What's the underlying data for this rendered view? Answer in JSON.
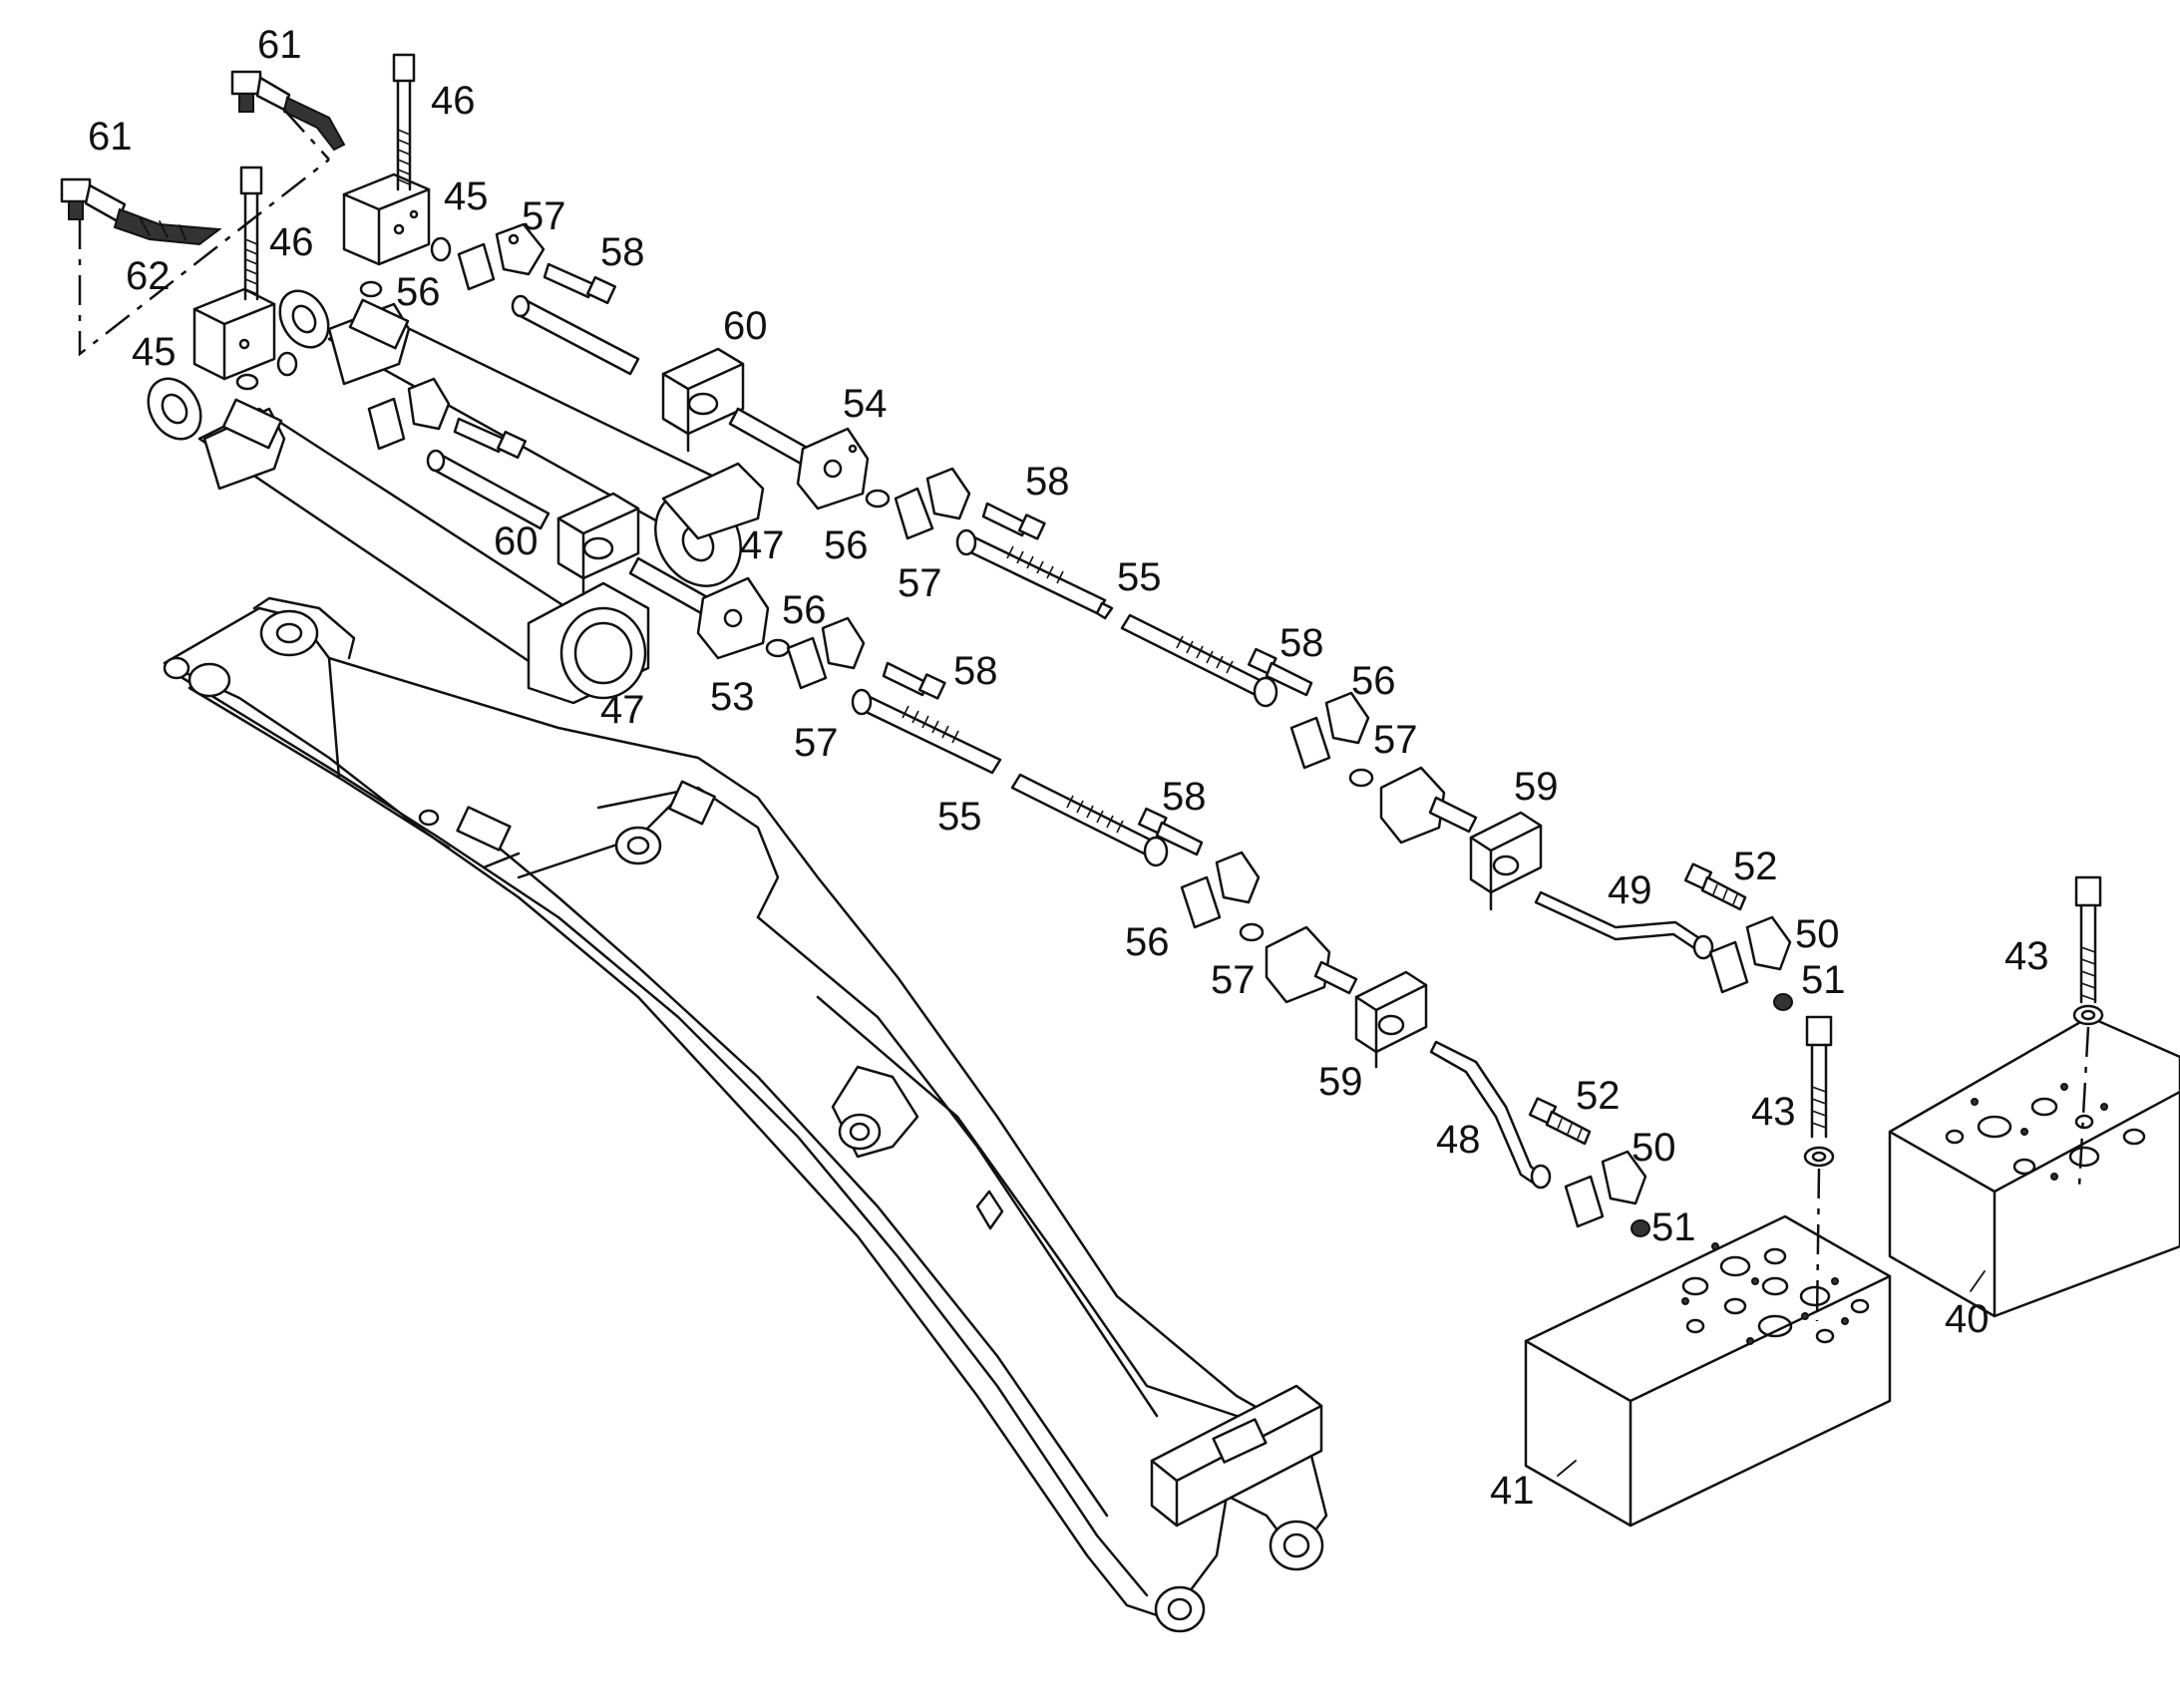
{
  "labels": {
    "p40": "40",
    "p41": "41",
    "p43": "43",
    "p45": "45",
    "p46": "46",
    "p47": "47",
    "p48": "48",
    "p49": "49",
    "p50": "50",
    "p51": "51",
    "p52": "52",
    "p53": "53",
    "p54": "54",
    "p55": "55",
    "p56": "56",
    "p57": "57",
    "p58": "58",
    "p59": "59",
    "p60": "60",
    "p61": "61",
    "p62": "62"
  },
  "colors": {
    "line": "#111111",
    "background": "#ffffff"
  }
}
